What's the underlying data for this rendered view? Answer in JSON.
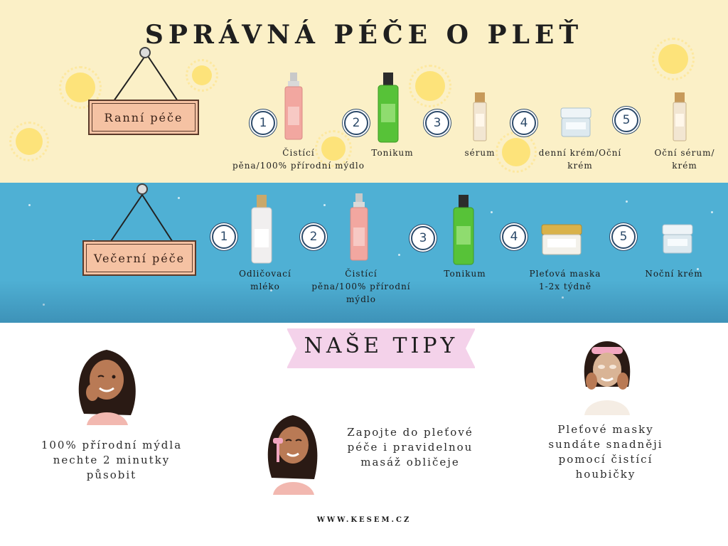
{
  "title": "SPRÁVNÁ PÉČE O PLEŤ",
  "colors": {
    "morning_bg": "#fbf0c7",
    "evening_bg": "#4fb0d4",
    "sign_board": "#f5c2a3",
    "tips_banner": "#f4d2ea",
    "number_ring": "#2c4a6a",
    "sun": "#fde37a"
  },
  "morning": {
    "sign_label": "Ranní péče",
    "steps": [
      {
        "number": "1",
        "label_lines": [
          "Čistící",
          "pěna/100% přírodní mýdlo"
        ],
        "product_icon": "pump-bottle-pink"
      },
      {
        "number": "2",
        "label_lines": [
          "Tonikum"
        ],
        "product_icon": "bottle-green"
      },
      {
        "number": "3",
        "label_lines": [
          "sérum"
        ],
        "product_icon": "serum-vial"
      },
      {
        "number": "4",
        "label_lines": [
          "denní krém/Oční",
          "krém"
        ],
        "product_icon": "cream-jar"
      },
      {
        "number": "5",
        "label_lines": [
          "Oční sérum/",
          "krém"
        ],
        "product_icon": "serum-vial"
      }
    ]
  },
  "evening": {
    "sign_label": "Večerní péče",
    "steps": [
      {
        "number": "1",
        "label_lines": [
          "Odličovací",
          "mléko"
        ],
        "product_icon": "bottle-white"
      },
      {
        "number": "2",
        "label_lines": [
          "Čistící",
          "pěna/100% přírodní",
          "mýdlo"
        ],
        "product_icon": "pump-bottle-pink"
      },
      {
        "number": "3",
        "label_lines": [
          "Tonikum"
        ],
        "product_icon": "bottle-green"
      },
      {
        "number": "4",
        "label_lines": [
          "Pleťová maska",
          "1-2x týdně"
        ],
        "product_icon": "mask-jar"
      },
      {
        "number": "5",
        "label_lines": [
          "Noční krém"
        ],
        "product_icon": "cream-jar"
      }
    ]
  },
  "tips": {
    "title": "NAŠE TIPY",
    "items": [
      {
        "lines": [
          "100% přírodní mýdla",
          "nechte 2 minutky",
          "působit"
        ],
        "illustration": "woman-winking-illustration"
      },
      {
        "lines": [
          "Zapojte do pleťové",
          "péče i pravidelnou",
          "masáž obličeje"
        ],
        "illustration": "woman-face-roller-illustration"
      },
      {
        "lines": [
          "Pleťové masky",
          "sundáte snadněji",
          "pomocí čistící",
          "houbičky"
        ],
        "illustration": "woman-face-mask-illustration"
      }
    ]
  },
  "footer": "WWW.KESEM.CZ"
}
